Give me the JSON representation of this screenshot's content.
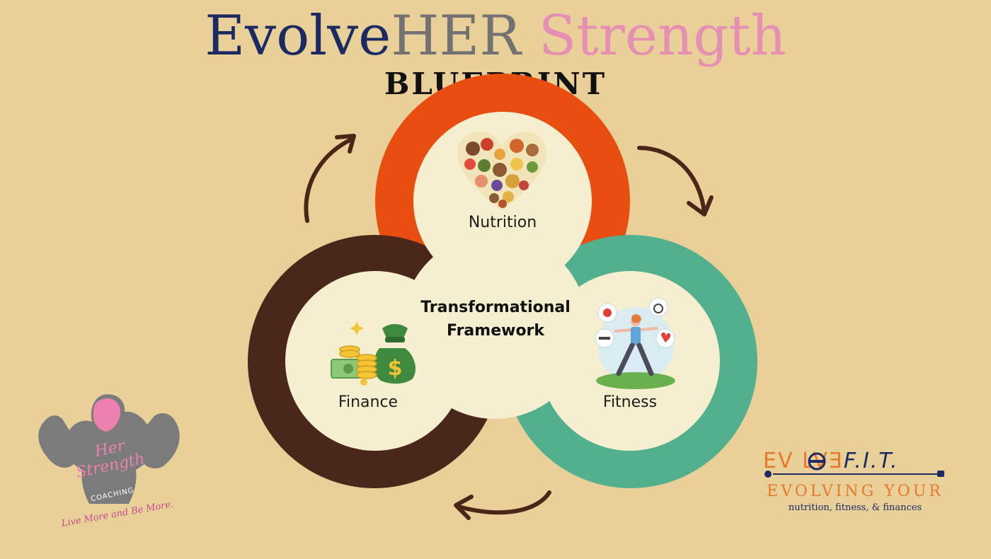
{
  "header": {
    "title_part1": "Evolve",
    "title_part2": "HER",
    "title_part3": " Strength",
    "subtitle": "BLUEPRINT"
  },
  "diagram": {
    "center_label_line1": "Transformational",
    "center_label_line2": "Framework",
    "nodes": [
      {
        "label": "Nutrition",
        "color": "#e84e10"
      },
      {
        "label": "Fitness",
        "color": "#52b08f"
      },
      {
        "label": "Finance",
        "color": "#4a271b"
      }
    ],
    "inner_fill": "#f5efcf",
    "arrow_color": "#4a2518"
  },
  "left_logo": {
    "line1": "Her",
    "line2": "Strength",
    "line3": "COACHING",
    "tagline": "Live More and Be More."
  },
  "right_logo": {
    "brand": "EV  LVƎ",
    "brand_suffix": "F.I.T.",
    "tagline": "EVOLVING YOUR",
    "subtagline": "nutrition, fitness, & finances"
  },
  "colors": {
    "background": "#e9d098",
    "title_navy": "#1b2a63",
    "title_gray": "#727272",
    "title_pink": "#e68fb3",
    "brand_orange": "#e8782a"
  }
}
